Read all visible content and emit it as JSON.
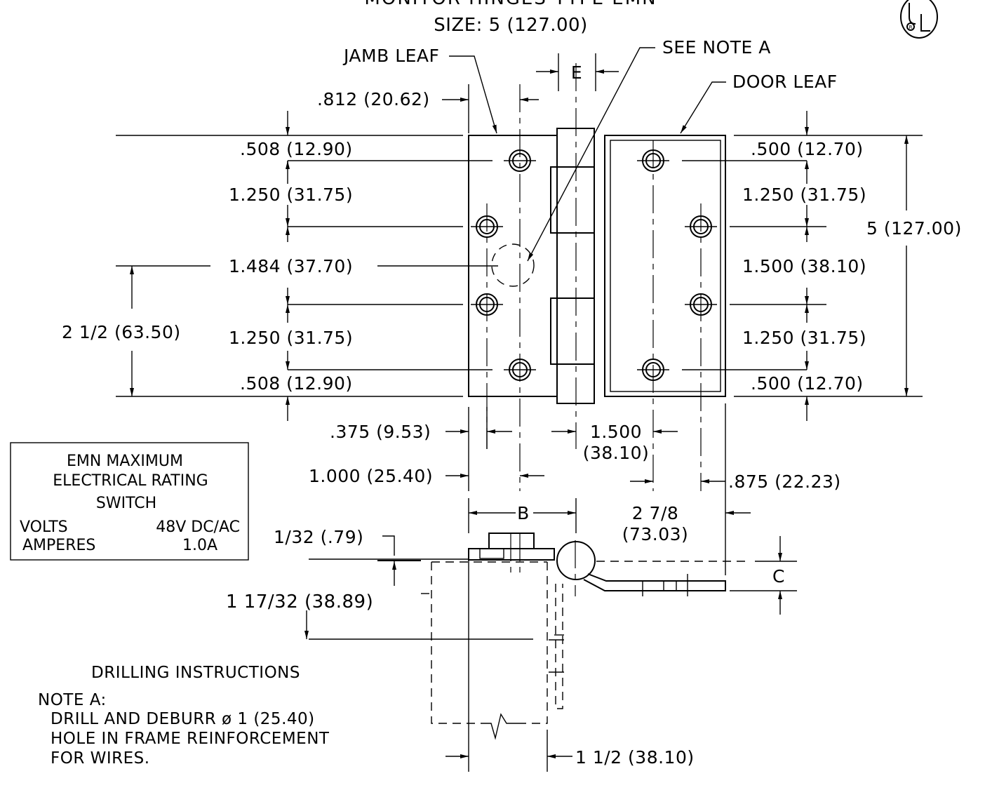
{
  "title": "MONITOR HINGES TYPE EMN",
  "size": "SIZE:  5 (127.00)",
  "callouts": {
    "jamb_leaf": "JAMB LEAF",
    "see_note_a": "SEE NOTE A",
    "door_leaf": "DOOR LEAF",
    "e": "E",
    "b": "B",
    "c": "C"
  },
  "jamb_dims": {
    "d812": ".812 (20.62)",
    "d508_top": ".508 (12.90)",
    "d1250_a": "1.250 (31.75)",
    "d1484": "1.484 (37.70)",
    "d1250_b": "1.250 (31.75)",
    "d508_bot": ".508 (12.90)",
    "d2half": "2 1/2 (63.50)"
  },
  "door_dims": {
    "d500_top": ".500 (12.70)",
    "d1250_a": "1.250 (31.75)",
    "d1500": "1.500 (38.10)",
    "d1250_b": "1.250 (31.75)",
    "d500_bot": ".500 (12.70)",
    "overall": "5 (127.00)"
  },
  "horizontal_dims": {
    "d375": ".375 (9.53)",
    "d1000": "1.000 (25.40)",
    "d1500_line1": "1.500",
    "d1500_line2": "(38.10)",
    "d875": ".875 (22.23)",
    "d278_line1": "2 7/8",
    "d278_line2": "(73.03)"
  },
  "section_dims": {
    "d132": "1/32 (.79)",
    "d11732": "1 17/32 (38.89)",
    "d112": "1 1/2 (38.10)"
  },
  "rating_box": {
    "line1": "EMN MAXIMUM",
    "line2": "ELECTRICAL RATING",
    "line3": "SWITCH",
    "volts_label": "VOLTS",
    "volts_value": "48V DC/AC",
    "amps_label": "AMPERES",
    "amps_value": "1.0A"
  },
  "notes": {
    "heading": "DRILLING INSTRUCTIONS",
    "note_label": "NOTE A:",
    "line1": "DRILL AND DEBURR ø 1 (25.40)",
    "line2": "HOLE IN FRAME REINFORCEMENT",
    "line3": "FOR WIRES."
  },
  "ul_logo_text": "UL"
}
